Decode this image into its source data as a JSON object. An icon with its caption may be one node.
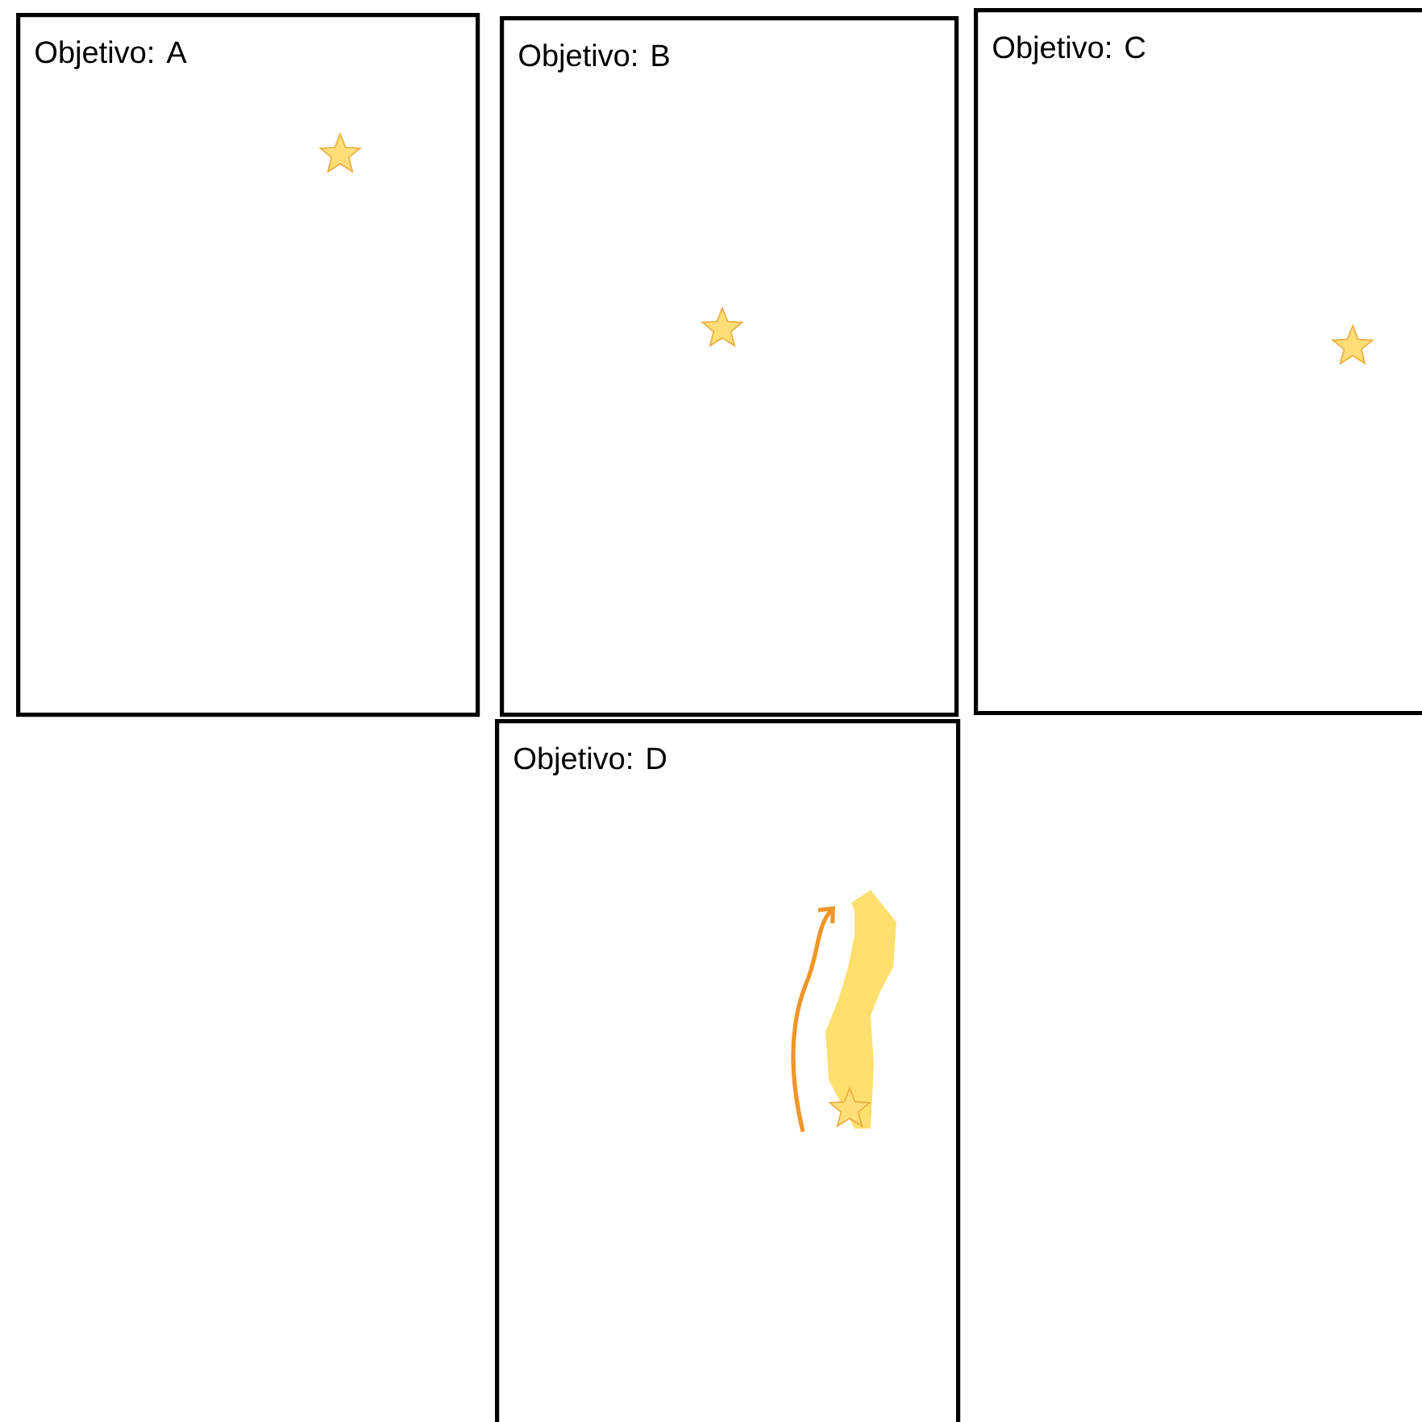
{
  "diagram": {
    "nodes": [
      {
        "text": [
          "Objetivo: A"
        ]
      },
      {
        "text": [
          "Objetivo: B"
        ]
      },
      {
        "text": [
          "Objetivo: C"
        ]
      },
      {
        "text": [
          "Objetivo: D"
        ]
      }
    ]
  }
}
